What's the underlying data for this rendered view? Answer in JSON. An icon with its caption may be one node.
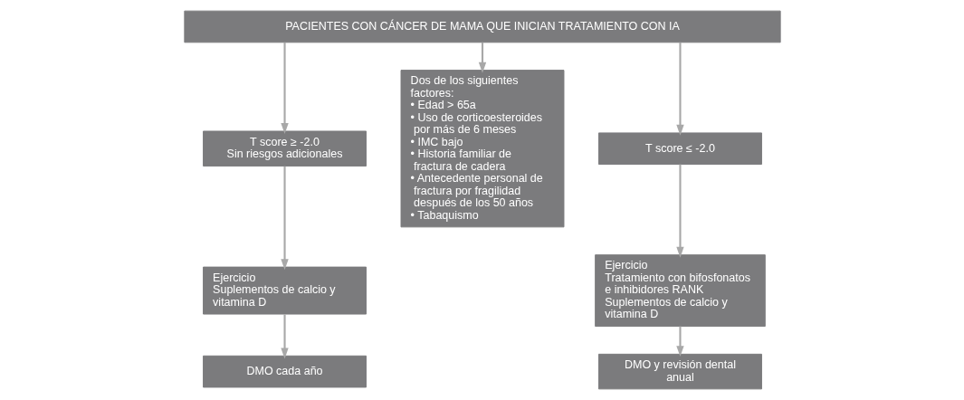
{
  "diagram": {
    "nodes": [
      {
        "text": [
          "PACIENTES CON CÁNCER DE MAMA QUE INICIAN TRATAMIENTO CON IA"
        ]
      },
      {
        "text": [
          "T score ≥ -2.0",
          "Sin riesgos adicionales"
        ]
      },
      {
        "text": [
          "Dos de los siguientes factores:",
          "• Edad > 65a",
          "• Uso de corticoesteroides por más de 6 meses",
          "• IMC bajo",
          "• Historia familiar de fractura de cadera",
          "• Antecedente personal de fractura por fragilidad después de los 50 años",
          "• Tabaquismo"
        ]
      },
      {
        "text": [
          "T score ≤ -2.0"
        ]
      },
      {
        "text": [
          "Ejercicio",
          "Suplementos de calcio y vitamina D"
        ]
      },
      {
        "text": [
          "Ejercicio",
          "Tratamiento con bifosfonatos e inhibidores RANK",
          "Suplementos de calcio y vitamina D"
        ]
      },
      {
        "text": [
          "DMO cada año"
        ]
      },
      {
        "text": [
          "DMO y revisión dental anual"
        ]
      }
    ],
    "edges": [
      {
        "from": 0,
        "to": 1,
        "arrow": "to"
      },
      {
        "from": 0,
        "to": 2,
        "arrow": "to"
      },
      {
        "from": 0,
        "to": 3,
        "arrow": "to"
      },
      {
        "from": 1,
        "to": 4,
        "arrow": "to"
      },
      {
        "from": 4,
        "to": 6,
        "arrow": "to"
      },
      {
        "from": 3,
        "to": 5,
        "arrow": "to"
      },
      {
        "from": 5,
        "to": 7,
        "arrow": "to"
      }
    ]
  }
}
